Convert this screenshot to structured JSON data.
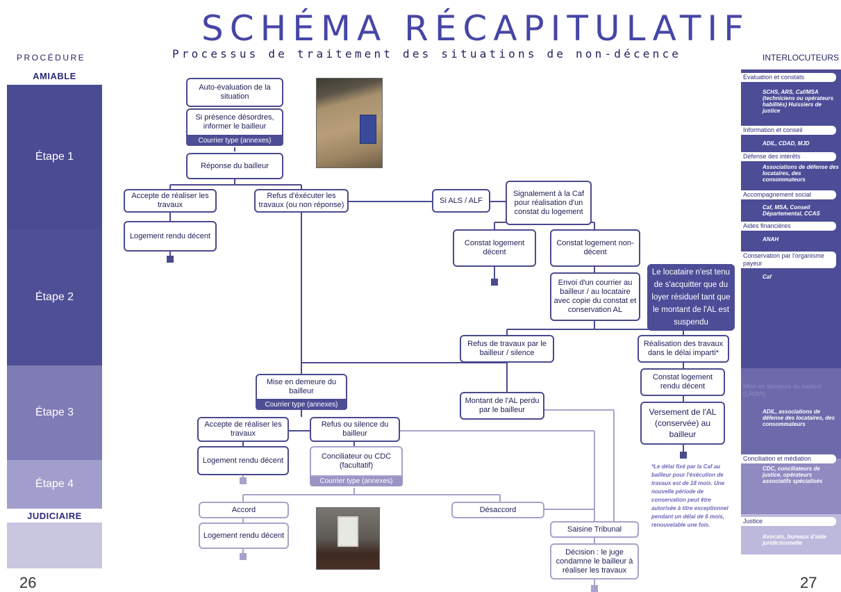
{
  "header": {
    "title": "SCHÉMA RÉCAPITULATIF",
    "subtitle": "Processus de traitement des situations de non-décence",
    "procedure_label": "PROCÉDURE",
    "interlocuteurs_label": "INTERLOCUTEURS"
  },
  "left_column": {
    "amiable": "AMIABLE",
    "judiciaire": "JUDICIAIRE",
    "steps": [
      "Étape 1",
      "Étape 2",
      "Étape 3",
      "Étape 4"
    ],
    "colors": {
      "step1": "#4b4b93",
      "step2": "#4f4f97",
      "step3": "#7f7bb5",
      "step4": "#a29ecb",
      "judiciaire_band": "#c9c6e0"
    }
  },
  "pages": {
    "left": "26",
    "right": "27"
  },
  "flow": {
    "auto_evaluation": "Auto-évaluation de la situation",
    "informer_bailleur": "Si présence désordres, informer le bailleur",
    "courrier_type_1": "Courrier type (annexes)",
    "reponse_bailleur": "Réponse du bailleur",
    "accepte_1": "Accepte de réaliser les travaux",
    "logement_decent_1": "Logement rendu décent",
    "refus_executer": "Refus d'éxécuter les travaux (ou non réponse)",
    "si_als_alf": "Si ALS / ALF",
    "signalement_caf": "Signalement à la Caf pour réalisation d'un constat du logement",
    "constat_decent": "Constat logement décent",
    "constat_non_decent": "Constat logement non-décent",
    "envoi_courrier": "Envoi d'un courrier au bailleur / au locataire avec copie du constat et conservation AL",
    "locataire_tenu": "Le locataire n'est tenu de s'acquitter que du loyer résiduel tant que le montant de l'AL est suspendu",
    "refus_travaux_bailleur": "Refus de travaux par le bailleur / silence",
    "realisation_travaux": "Réalisation des travaux dans le délai imparti*",
    "constat_rendu_decent": "Constat logement rendu décent",
    "montant_al_perdu": "Montant de l'AL perdu par le bailleur",
    "versement_al": "Versement de l'AL (conservée) au bailleur",
    "mise_en_demeure": "Mise en demeure du bailleur",
    "courrier_type_2": "Courrier type (annexes)",
    "accepte_2": "Accepte de réaliser les travaux",
    "refus_silence": "Refus ou silence du bailleur",
    "logement_decent_2": "Logement rendu décent",
    "conciliateur": "Conciliateur ou CDC (facultatif)",
    "courrier_type_3": "Courrier type (annexes)",
    "accord": "Accord",
    "desaccord": "Désaccord",
    "logement_decent_3": "Logement rendu décent",
    "saisine_tribunal": "Saisine Tribunal",
    "decision": "Décision : le juge condamne le bailleur à réaliser les travaux"
  },
  "footnote": "*Le délai fixé par la Caf au bailleur pour l'éxécution de travaux est de 18 mois. Une nouvelle période de conservation peut être autorisée à titre exceptionnel pendant un délai de 6 mois, renouvelable une fois.",
  "interlocuteurs": {
    "eval_title": "Evaluation et constats",
    "eval_text": "SCHS, ARS, Caf/MSA (techniciens ou opérateurs habilités) Huissiers de justice",
    "info_title": "Information et conseil",
    "info_text": "ADIL, CDAD, MJD",
    "defense_title": "Défense des intérêts",
    "defense_text": "Associations de défense des locataires, des consommateurs",
    "accomp_title": "Accompagnement social",
    "accomp_text": "Caf, MSA, Conseil Départemental, CCAS",
    "aides_title": "Aides financières",
    "aides_text": "ANAH",
    "conservation_title": "Conservation par l'organisme payeur",
    "conservation_text": "Caf",
    "mise_title": "Mise en demeure du bailleur (LR/AR)",
    "mise_text": "ADIL, associations de défense des locataires, des consommateurs",
    "concil_title": "Conciliation et médiation",
    "concil_text": "CDC, conciliateurs de justice, opérateurs associatifs spécialisés",
    "justice_title": "Justice",
    "justice_text": "Avocats, bureaux d'aide juridictionnelle"
  }
}
